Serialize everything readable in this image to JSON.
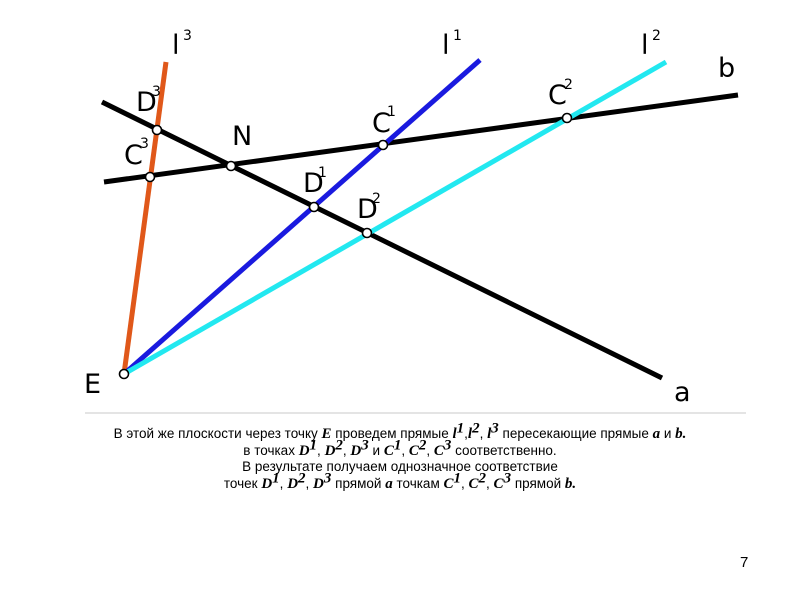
{
  "colors": {
    "black": "#000000",
    "l1": "#1a1adf",
    "l2": "#22e8f0",
    "l3": "#e0581a",
    "divider": "#c8c8c8"
  },
  "labels": {
    "l3": {
      "base": "l",
      "sup": "3"
    },
    "l1": {
      "base": "l",
      "sup": "1"
    },
    "l2": {
      "base": "l",
      "sup": "2"
    },
    "b": "b",
    "a": "a",
    "N": "N",
    "E": "E",
    "D3": {
      "base": "D",
      "sup": "3"
    },
    "C3": {
      "base": "C",
      "sup": "3"
    },
    "C1": {
      "base": "C",
      "sup": "1"
    },
    "D1": {
      "base": "D",
      "sup": "1"
    },
    "D2": {
      "base": "D",
      "sup": "2"
    },
    "C2": {
      "base": "C",
      "sup": "2"
    }
  },
  "caption": {
    "line1_a": "В этой же плоскости через точку ",
    "E": "E",
    "line1_b": " проведем прямые ",
    "l": "l",
    "s1": "1",
    "s2": "2",
    "s3": "3",
    "comma": ",",
    "comma_sp": ", ",
    "line1_c": " пересекающие прямые ",
    "a": "a",
    "and": " и ",
    "b": "b",
    "dot": ".",
    "line2_a": "в точках ",
    "D": "D",
    "C": "C",
    "line2_b": " и ",
    "line2_c": " соответственно.",
    "line3": "В результате получаем однозначное соответствие",
    "line4_a": "точек ",
    "line4_b": " прямой ",
    "line4_c": " точкам ",
    "line4_d": " прямой "
  },
  "page_number": "7"
}
